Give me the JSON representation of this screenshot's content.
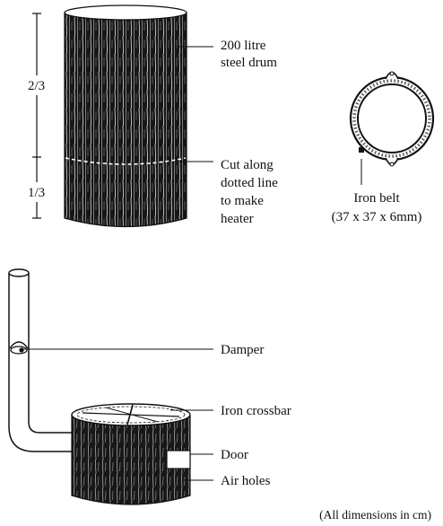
{
  "drum": {
    "label_line1": "200 litre",
    "label_line2": "steel drum",
    "dim_top": "2/3",
    "dim_bottom": "1/3"
  },
  "cut": {
    "line1": "Cut along",
    "line2": "dotted line",
    "line3": "to make",
    "line4": "heater"
  },
  "belt": {
    "label": "Iron belt",
    "dims": "(37 x 37 x 6mm)"
  },
  "heater": {
    "damper": "Damper",
    "crossbar": "Iron crossbar",
    "door": "Door",
    "air_holes": "Air holes"
  },
  "footnote": "(All dimensions in cm)"
}
